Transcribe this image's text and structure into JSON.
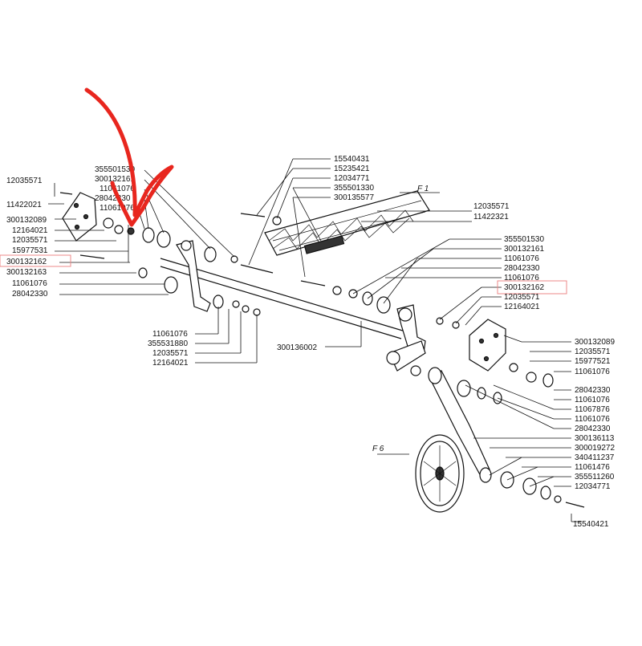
{
  "sections": {
    "f1": "F 1",
    "f6": "F 6"
  },
  "colors": {
    "arrow": "#e8261e",
    "highlight": "#e89090",
    "ink": "#111111"
  },
  "left_labels": [
    "12035571",
    "11422021",
    "300132089",
    "12164021",
    "12035571",
    "15977531",
    "300132162",
    "300132163",
    "11061076",
    "28042330"
  ],
  "top_left_labels": [
    "355501530",
    "300132161",
    "11061076",
    "28042330",
    "11061076"
  ],
  "bottom_left_labels": [
    "11061076",
    "355531880",
    "12035571",
    "12164021"
  ],
  "shaft_label": "300136002",
  "top_center_labels": [
    "15540431",
    "15235421",
    "12034771",
    "355501330",
    "300135577"
  ],
  "top_right_labels": [
    "12035571",
    "11422321"
  ],
  "right_mid_labels": [
    "355501530",
    "300132161",
    "11061076",
    "28042330",
    "11061076",
    "300132162",
    "12035571",
    "12164021"
  ],
  "right_lower_labels": [
    "300132089",
    "12035571",
    "15977521",
    "11061076",
    "28042330",
    "11061076",
    "11067876",
    "11061076",
    "28042330",
    "300136113",
    "300019272",
    "340411237",
    "11061476",
    "355511260",
    "12034771"
  ],
  "bottom_label": "15540421"
}
